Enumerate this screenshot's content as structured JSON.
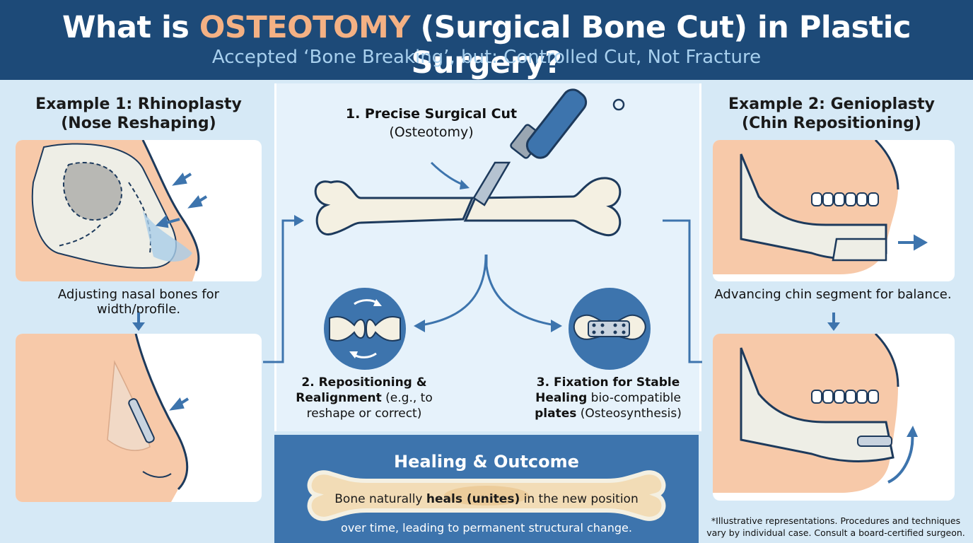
{
  "header": {
    "title_prefix": "What is ",
    "title_highlight": "OSTEOTOMY",
    "title_suffix": " (Surgical Bone Cut) in Plastic Surgery?",
    "subtitle": "Accepted ‘Bone Breaking’, but: Controlled Cut, Not Fracture"
  },
  "example1": {
    "title_line1": "Example 1: Rhinoplasty",
    "title_line2": "(Nose Reshaping)",
    "caption": "Adjusting nasal bones for width/profile."
  },
  "example2": {
    "title_line1": "Example 2: Genioplasty",
    "title_line2": "(Chin Repositioning)",
    "caption": "Advancing chin segment for balance."
  },
  "steps": {
    "step1_line1": "1. Precise Surgical Cut",
    "step1_line2": "(Osteotomy)",
    "step2_bold1": "2. Repositioning &",
    "step2_bold2": "Realignment",
    "step2_rest2": " (e.g., to",
    "step2_line3": "reshape or correct)",
    "step3_bold1": "3. Fixation for Stable",
    "step3_bold2": "Healing",
    "step3_rest2": " bio-compatible",
    "step3_bold3": "plates",
    "step3_rest3": " (Osteosynthesis)"
  },
  "outcome": {
    "title": "Healing & Outcome",
    "line1_pre": "Bone naturally ",
    "line1_bold": "heals (unites)",
    "line1_post": " in the new position",
    "line2": "over time, leading to permanent structural change."
  },
  "disclaimer": {
    "line1": "*Illustrative representations. Procedures and techniques",
    "line2": "vary by individual case. Consult a board-certified surgeon."
  },
  "colors": {
    "header_bg": "#1d4a78",
    "highlight": "#f4b184",
    "accent_blue": "#3d74ad",
    "bone": "#f4f0e2",
    "skin": "#f7c9a9"
  }
}
